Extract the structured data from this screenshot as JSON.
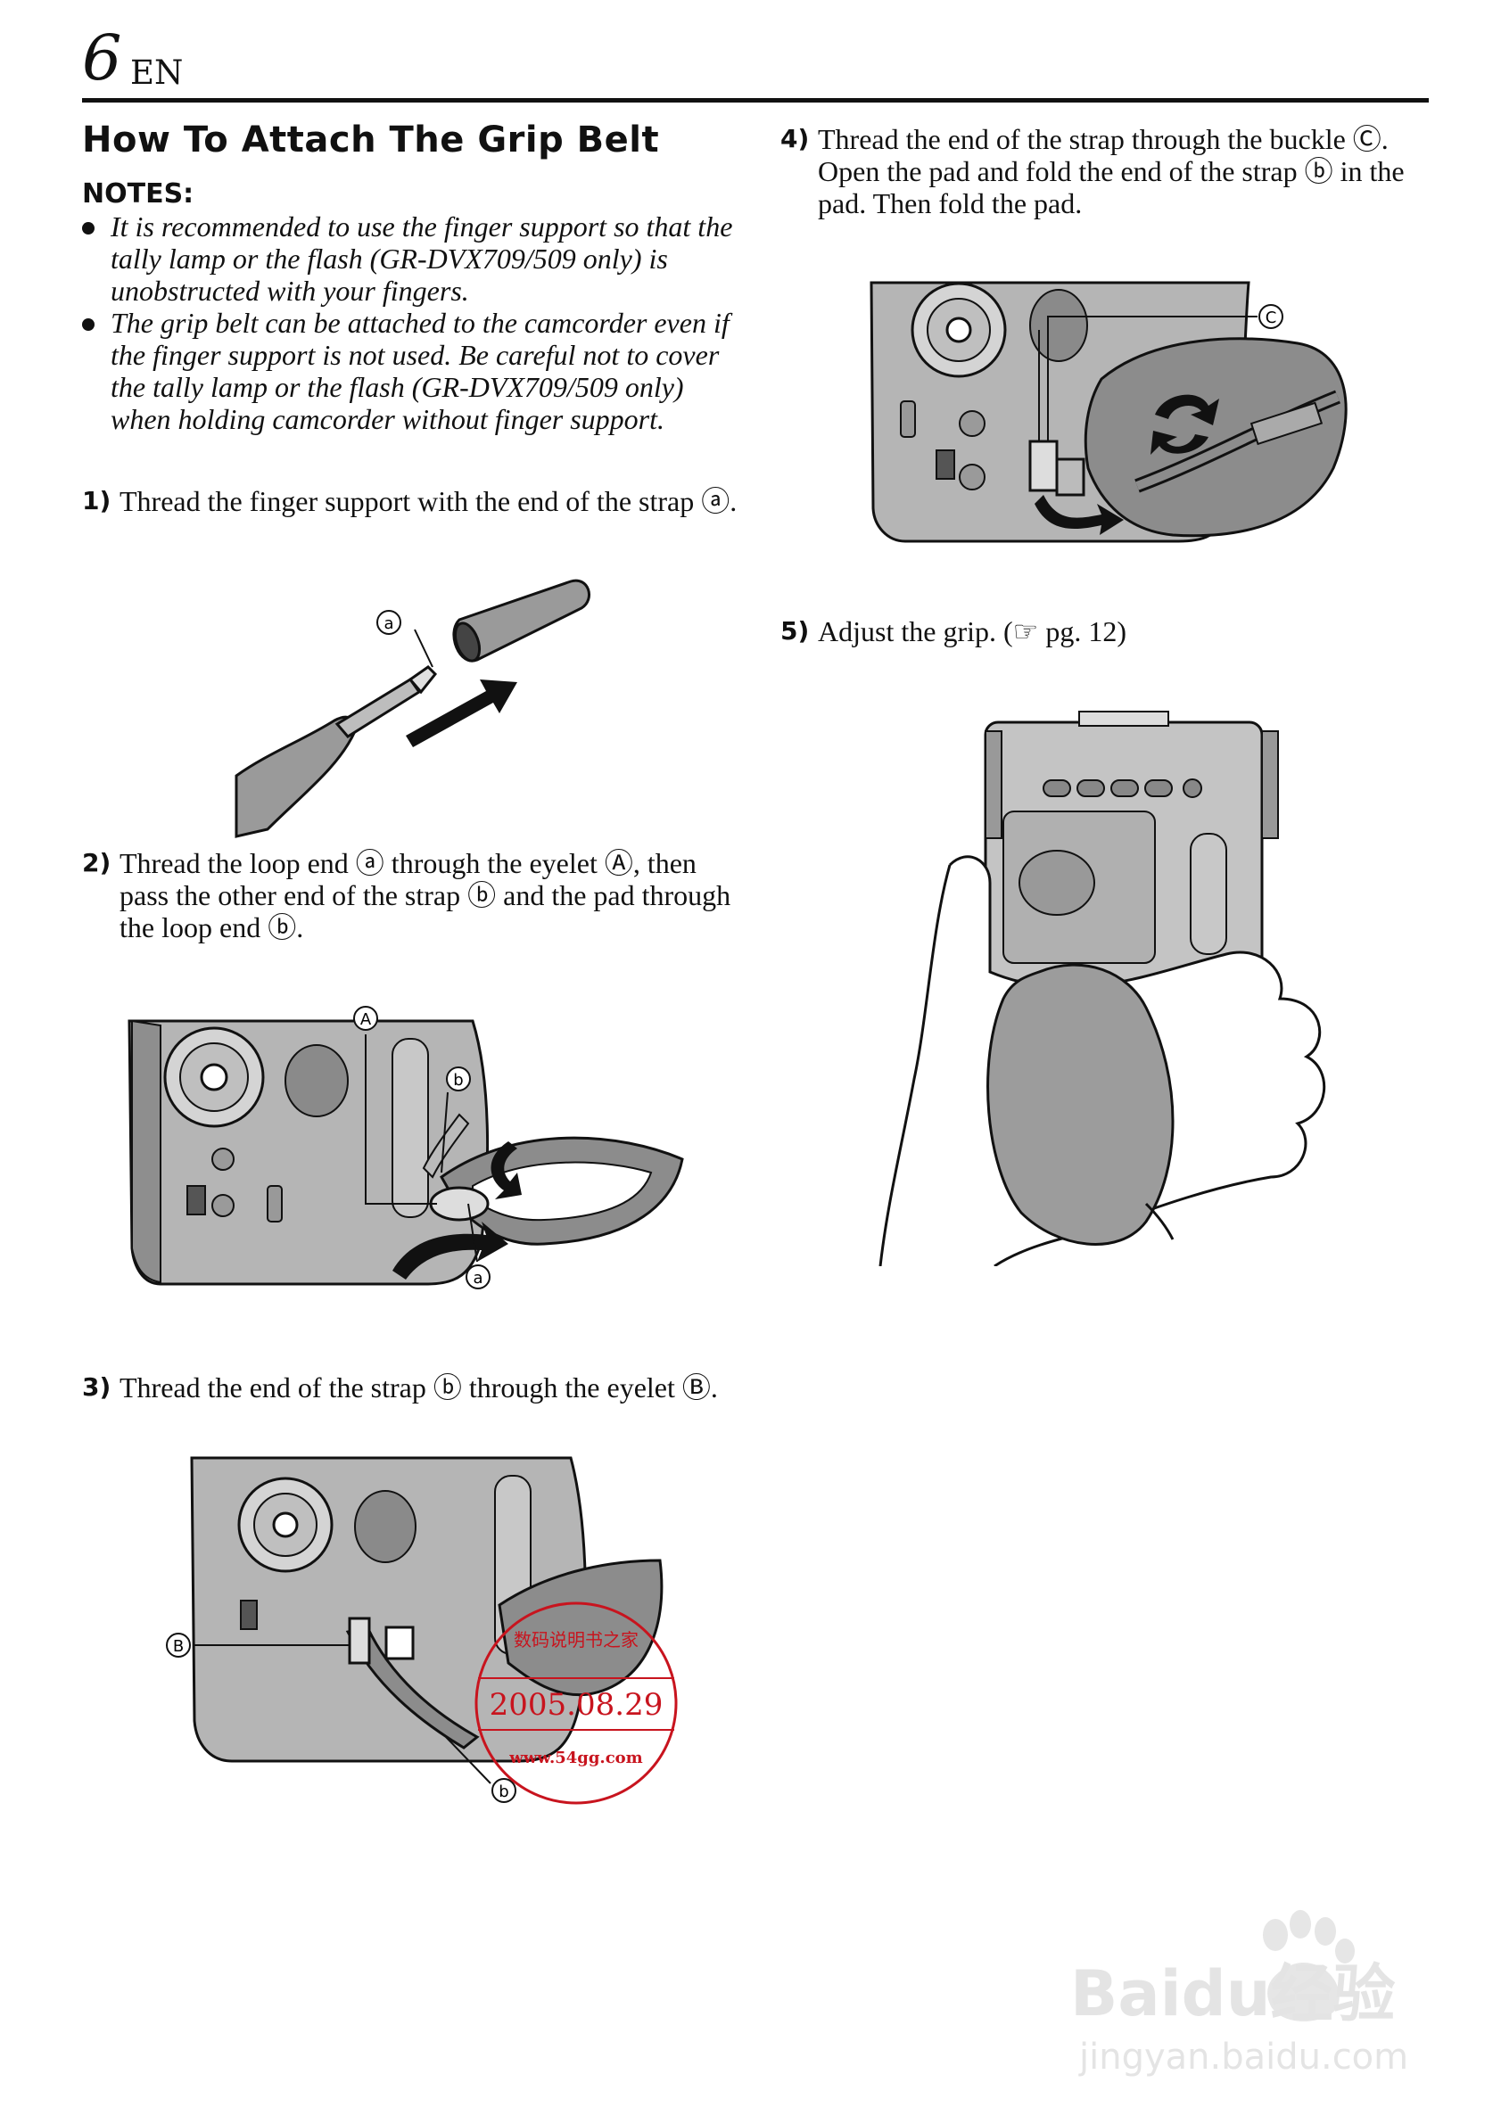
{
  "page": {
    "number": "6",
    "lang": "EN"
  },
  "section_title": "How To Attach The Grip Belt",
  "notes": {
    "heading": "NOTES:",
    "items": [
      "It is recommended to use the finger support so that the tally lamp or the flash (GR-DVX709/509 only) is unobstructed with your fingers.",
      "The grip belt can be attached to the camcorder even if the finger support is not used. Be careful not to cover the tally lamp or the flash (GR-DVX709/509 only) when holding camcorder without finger support."
    ]
  },
  "steps": [
    {
      "num": "1)",
      "text": "Thread the finger support with the end of the strap ⓐ."
    },
    {
      "num": "2)",
      "text": "Thread the loop end ⓐ through the eyelet Ⓐ, then pass the other end of the strap ⓑ and the pad through the loop end ⓑ."
    },
    {
      "num": "3)",
      "text": "Thread the end of the strap ⓑ through the eyelet Ⓑ."
    },
    {
      "num": "4)",
      "text": "Thread the end of the strap through the buckle Ⓒ. Open the pad and fold the end of the strap ⓑ in the pad. Then fold the pad."
    },
    {
      "num": "5)",
      "text": "Adjust the grip. (☞ pg. 12)"
    }
  ],
  "callouts": {
    "a": "a",
    "b": "b",
    "A": "A",
    "B": "B",
    "C": "C"
  },
  "stamp": {
    "line1": "数码说明书之家",
    "date": "2005.08.29",
    "url": "www.54gg.com"
  },
  "watermark": {
    "brand": "Baidu经验",
    "url": "jingyan.baidu.com"
  }
}
